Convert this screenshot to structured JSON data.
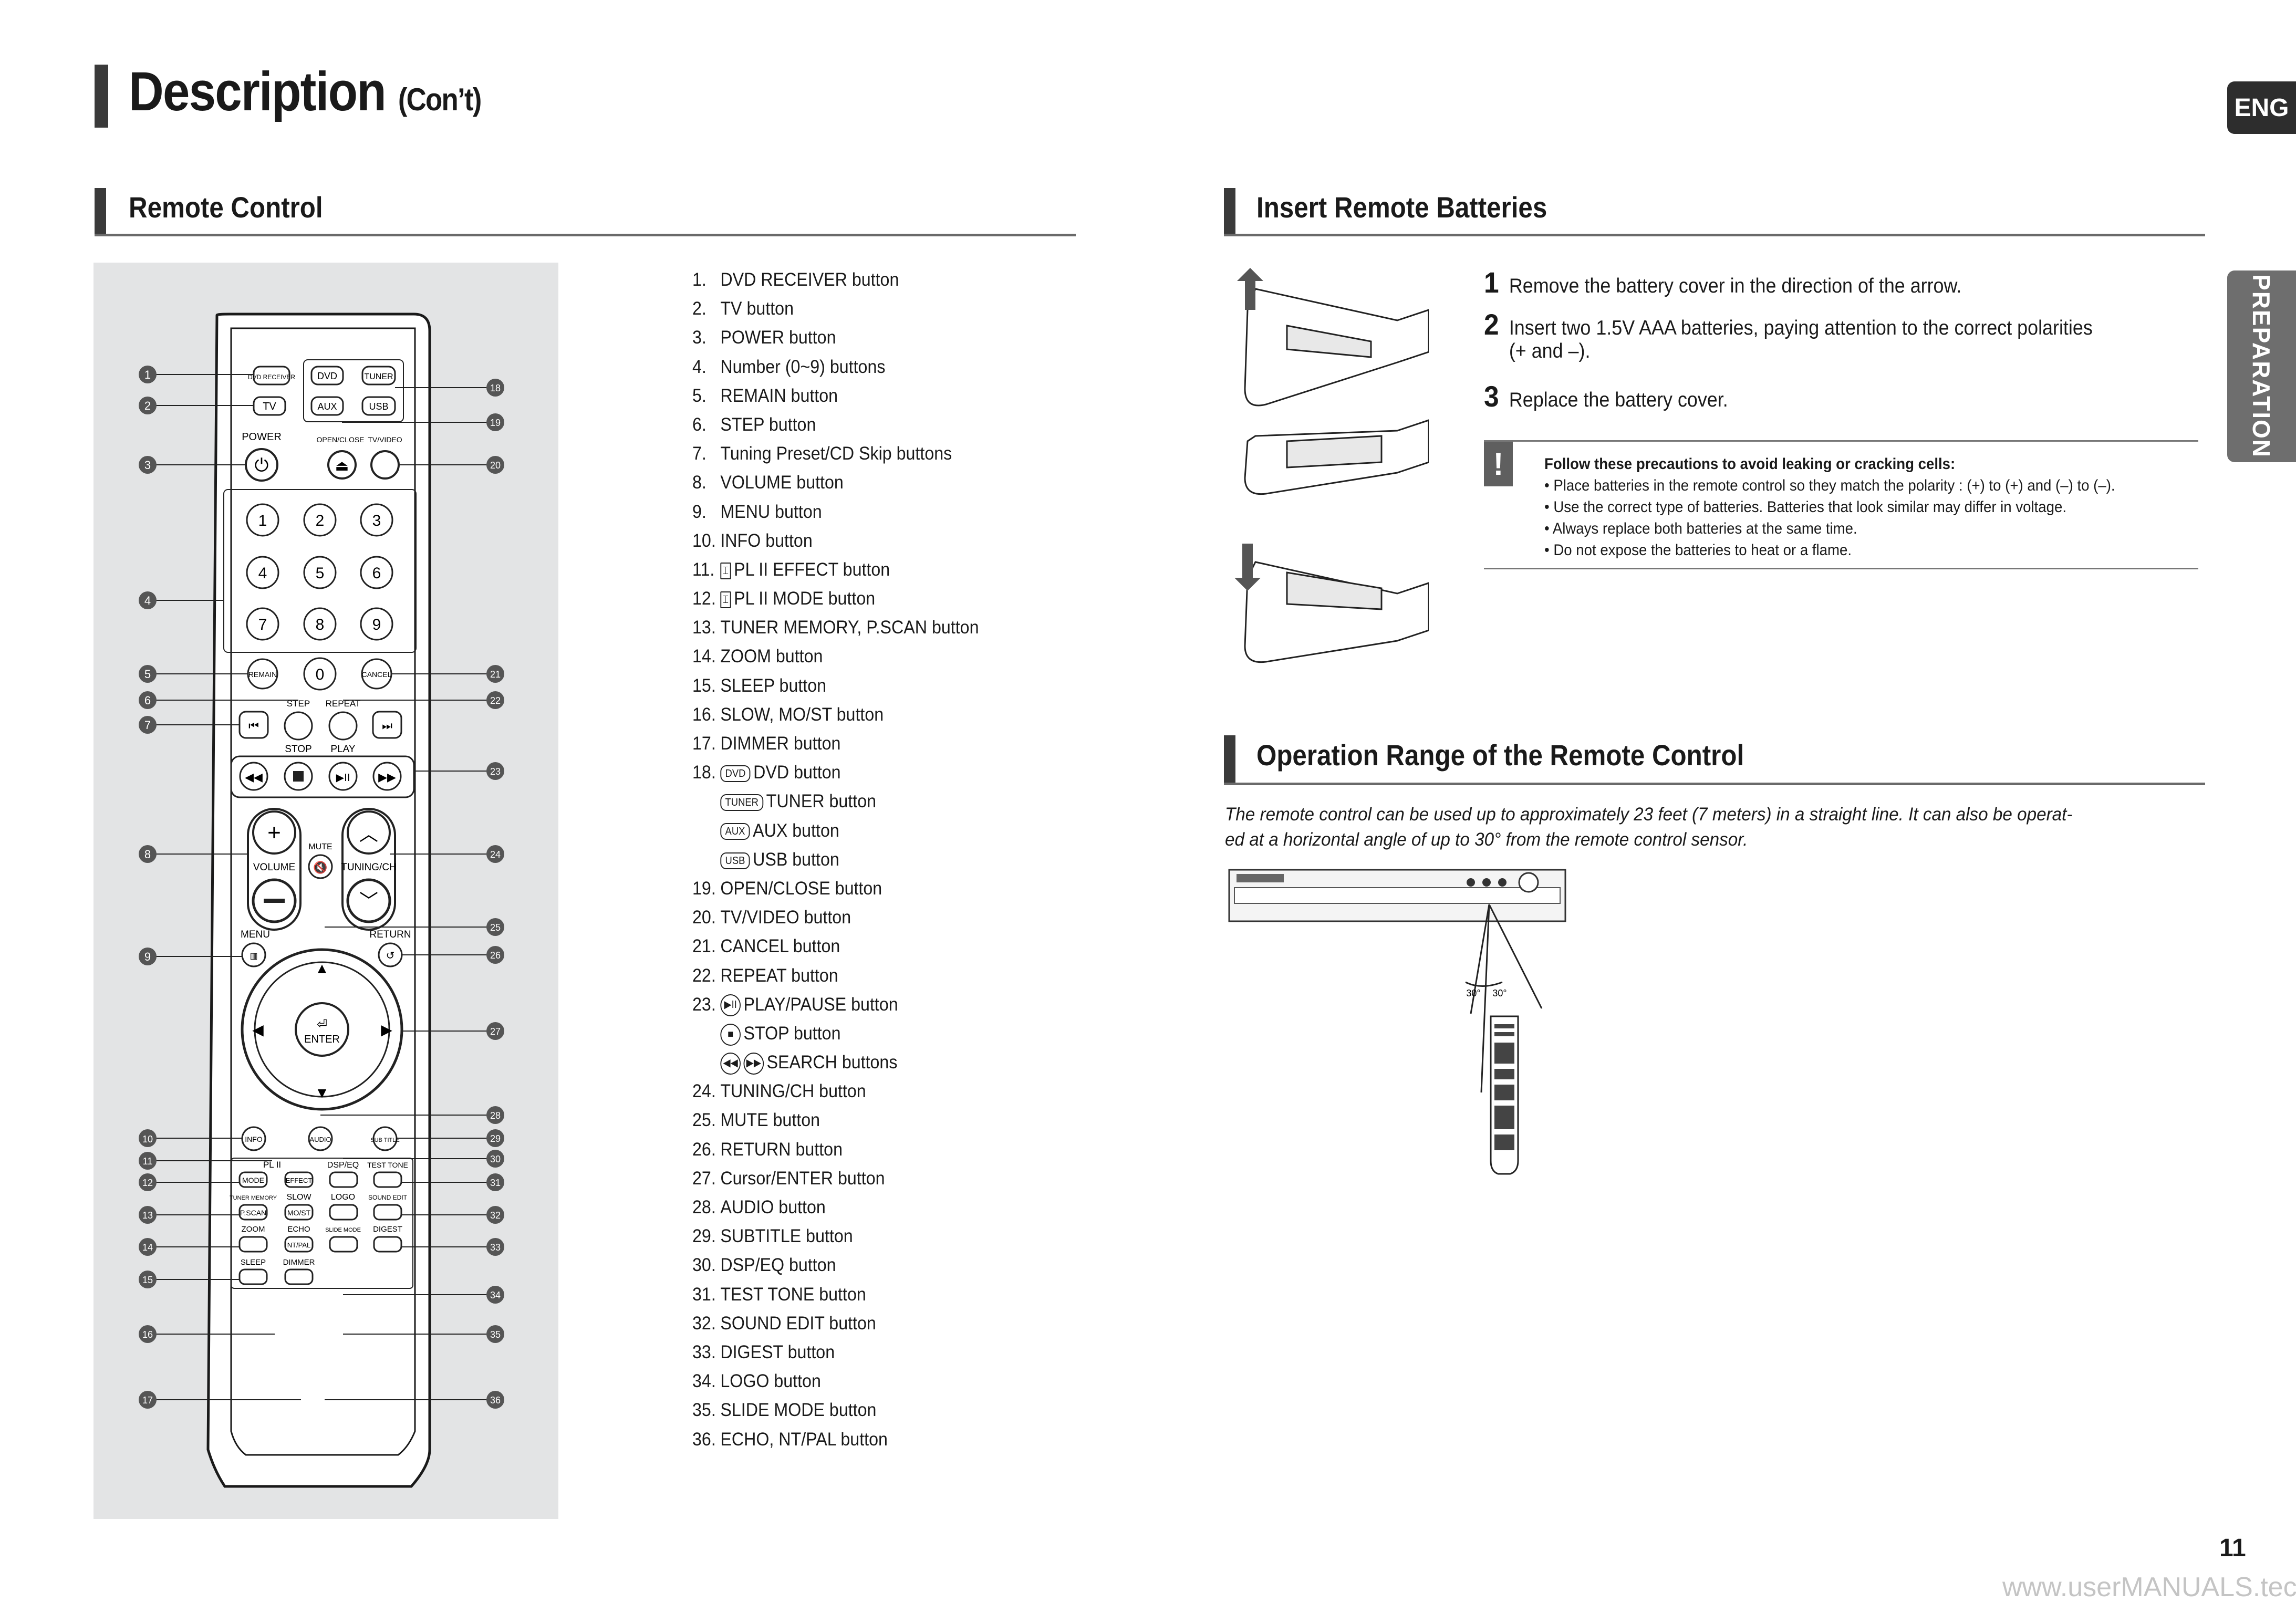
{
  "header": {
    "title": "Description",
    "subtitle": "(Con’t)"
  },
  "tabs": {
    "eng": "ENG",
    "section": "PREPARATION"
  },
  "remote_section": {
    "heading": "Remote Control"
  },
  "remote_labels": {
    "dvd_receiver": "DVD RECEIVER",
    "dvd": "DVD",
    "tuner": "TUNER",
    "tv": "TV",
    "aux": "AUX",
    "usb": "USB",
    "power": "POWER",
    "open_close": "OPEN/CLOSE",
    "tv_video": "TV/VIDEO",
    "digits": [
      "1",
      "2",
      "3",
      "4",
      "5",
      "6",
      "7",
      "8",
      "9",
      "0"
    ],
    "remain": "REMAIN",
    "cancel": "CANCEL",
    "step": "STEP",
    "repeat": "REPEAT",
    "stop": "STOP",
    "play": "PLAY",
    "mute": "MUTE",
    "volume": "VOLUME",
    "tuning_ch": "TUNING/CH",
    "menu": "MENU",
    "return": "RETURN",
    "enter": "ENTER",
    "info": "INFO",
    "audio": "AUDIO",
    "sub_title": "SUB TITLE",
    "pl2": "PL II",
    "dsp_eq": "DSP/EQ",
    "test_tone": "TEST TONE",
    "mode": "MODE",
    "effect": "EFFECT",
    "tuner_memory": "TUNER MEMORY",
    "slow": "SLOW",
    "logo": "LOGO",
    "sound_edit": "SOUND EDIT",
    "pscan": "P.SCAN",
    "mo_st": "MO/ST",
    "zoom": "ZOOM",
    "echo": "ECHO",
    "slide_mode": "SLIDE MODE",
    "digest": "DIGEST",
    "ntpal": "NT/PAL",
    "sleep": "SLEEP",
    "dimmer": "DIMMER"
  },
  "callouts": [
    "1",
    "2",
    "3",
    "4",
    "5",
    "6",
    "7",
    "8",
    "9",
    "10",
    "11",
    "12",
    "13",
    "14",
    "15",
    "16",
    "17",
    "18",
    "19",
    "20",
    "21",
    "22",
    "23",
    "24",
    "25",
    "26",
    "27",
    "28",
    "29",
    "30",
    "31",
    "32",
    "33",
    "34",
    "35",
    "36"
  ],
  "button_list": [
    {
      "num": "1.",
      "label": "DVD RECEIVER button"
    },
    {
      "num": "2.",
      "label": "TV button"
    },
    {
      "num": "3.",
      "label": "POWER button"
    },
    {
      "num": "4.",
      "label": "Number (0~9) buttons"
    },
    {
      "num": "5.",
      "label": "REMAIN button"
    },
    {
      "num": "6.",
      "label": "STEP button"
    },
    {
      "num": "7.",
      "label": "Tuning Preset/CD Skip buttons"
    },
    {
      "num": "8.",
      "label": "VOLUME button"
    },
    {
      "num": "9.",
      "label": "MENU button"
    },
    {
      "num": "10.",
      "label": "INFO button"
    },
    {
      "num": "11.",
      "label": "PL II EFFECT button"
    },
    {
      "num": "12.",
      "label": "PL II MODE button"
    },
    {
      "num": "13.",
      "label": "TUNER MEMORY, P.SCAN button"
    },
    {
      "num": "14.",
      "label": "ZOOM button"
    },
    {
      "num": "15.",
      "label": "SLEEP button"
    },
    {
      "num": "16.",
      "label": "SLOW, MO/ST button"
    },
    {
      "num": "17.",
      "label": "DIMMER button"
    },
    {
      "num": "18.",
      "label": "DVD button"
    },
    {
      "num": "",
      "label": "TUNER button"
    },
    {
      "num": "",
      "label": "AUX button"
    },
    {
      "num": "",
      "label": "USB button"
    },
    {
      "num": "19.",
      "label": "OPEN/CLOSE button"
    },
    {
      "num": "20.",
      "label": "TV/VIDEO button"
    },
    {
      "num": "21.",
      "label": "CANCEL button"
    },
    {
      "num": "22.",
      "label": "REPEAT button"
    },
    {
      "num": "23.",
      "label": "PLAY/PAUSE button"
    },
    {
      "num": "",
      "label": "STOP button"
    },
    {
      "num": "",
      "label": "SEARCH buttons"
    },
    {
      "num": "24.",
      "label": "TUNING/CH button"
    },
    {
      "num": "25.",
      "label": "MUTE button"
    },
    {
      "num": "26.",
      "label": "RETURN button"
    },
    {
      "num": "27.",
      "label": "Cursor/ENTER button"
    },
    {
      "num": "28.",
      "label": "AUDIO button"
    },
    {
      "num": "29.",
      "label": "SUBTITLE button"
    },
    {
      "num": "30.",
      "label": "DSP/EQ button"
    },
    {
      "num": "31.",
      "label": "TEST TONE button"
    },
    {
      "num": "32.",
      "label": "SOUND EDIT button"
    },
    {
      "num": "33.",
      "label": "DIGEST button"
    },
    {
      "num": "34.",
      "label": "LOGO button"
    },
    {
      "num": "35.",
      "label": "SLIDE MODE button"
    },
    {
      "num": "36.",
      "label": "ECHO, NT/PAL button"
    }
  ],
  "list_icons": {
    "dvd": "DVD",
    "tuner": "TUNER",
    "aux": "AUX",
    "usb": "USB"
  },
  "batteries": {
    "heading": "Insert Remote Batteries",
    "steps": [
      {
        "n": "1",
        "text": "Remove the battery cover in the direction of the arrow."
      },
      {
        "n": "2",
        "text": "Insert two 1.5V AAA batteries, paying attention to the correct polarities",
        "text2": "(+ and –)."
      },
      {
        "n": "3",
        "text": "Replace the battery cover."
      }
    ],
    "caution_icon": "!",
    "caution_title": "Follow these precautions to avoid leaking or cracking cells:",
    "caution_items": [
      "• Place batteries in the remote control so they match the polarity : (+) to (+) and (–) to (–).",
      "• Use the correct type of batteries. Batteries that look similar may differ in voltage.",
      "• Always replace both batteries at the same time.",
      "• Do not expose the batteries to heat or a flame."
    ]
  },
  "range": {
    "heading": "Operation Range of the Remote Control",
    "line1": "The remote control can be used up to approximately 23 feet (7 meters) in a straight line. It can also be operat-",
    "line2": "ed at a horizontal angle of up to 30° from the remote control sensor.",
    "angle_left": "30°",
    "angle_right": "30°"
  },
  "footer": {
    "page_number": "11",
    "watermark": "www.userMANUALS.tech"
  }
}
